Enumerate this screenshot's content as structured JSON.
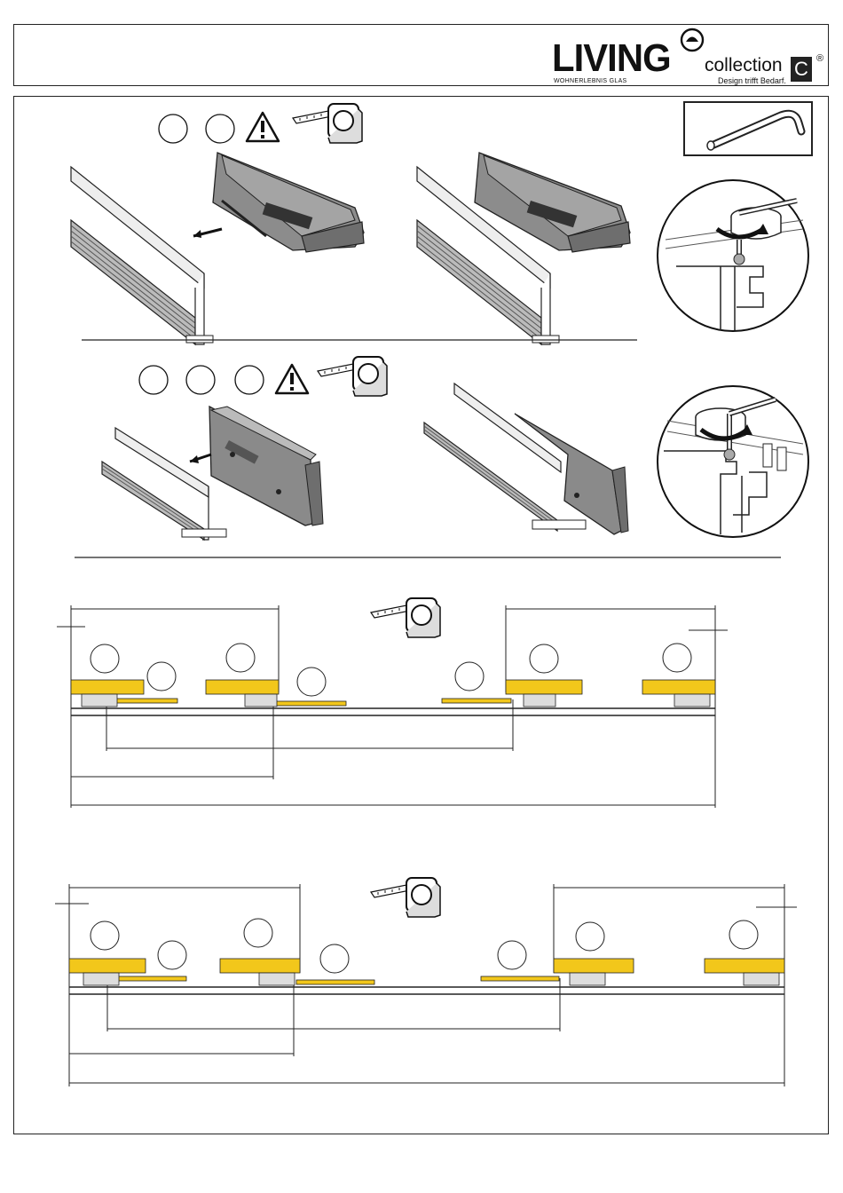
{
  "brand": {
    "name": "LIVING",
    "subtitle": "WOHNERLEBNIS GLAS",
    "collection": "collection",
    "collection_mark": "C",
    "registered": "®",
    "tagline": "Design trifft Bedarf."
  },
  "icons": {
    "warning": "warning-triangle-icon",
    "measure": "tape-measure-icon",
    "tool": "hex-key-icon",
    "rotate": "rotate-arrow-icon"
  },
  "colors": {
    "stopper_yellow": "#f2c71b",
    "line": "#222222",
    "profile_gray": "#8f8f8f",
    "body_dark": "#6e6e6e"
  }
}
